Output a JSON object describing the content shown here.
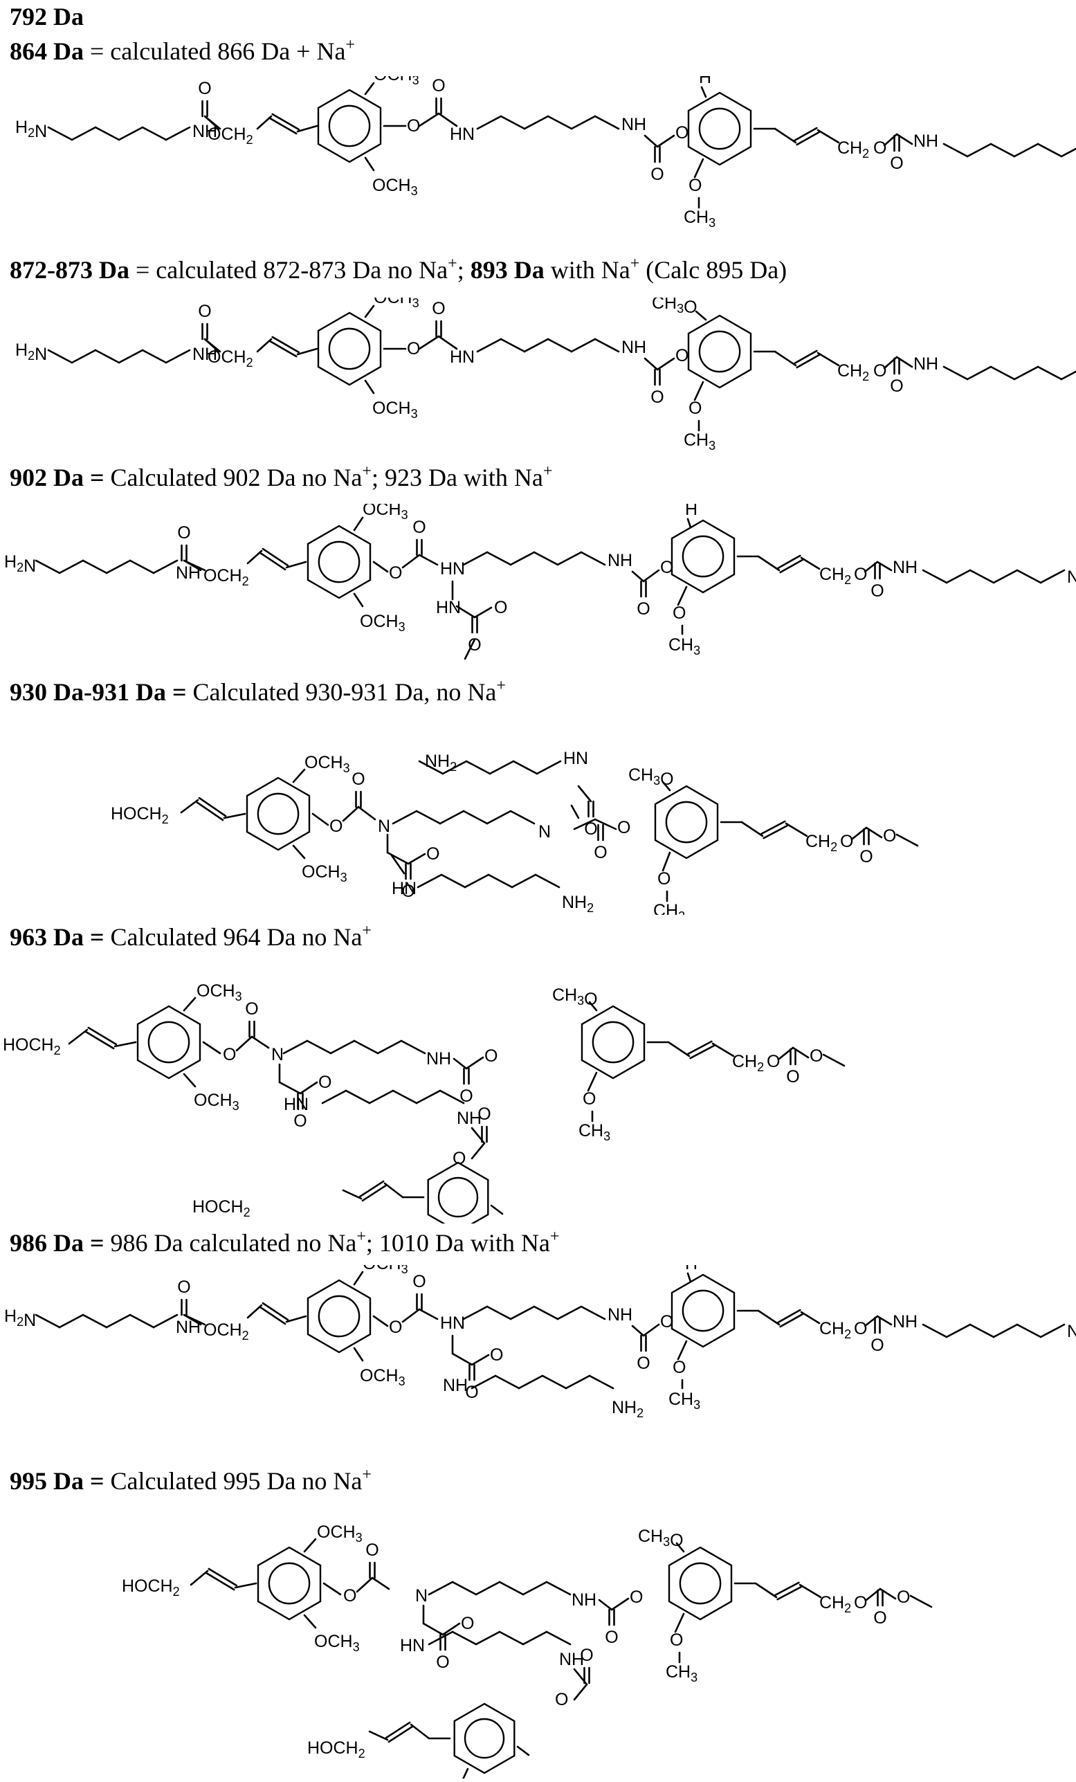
{
  "captions": {
    "c792": {
      "bold": "792 Da"
    },
    "c864": {
      "bold": "864 Da",
      "rest": " = calculated 866 Da + Na",
      "sup": "+"
    },
    "c872": {
      "bold": "872-873 Da",
      "rest": " = calculated 872-873 Da no Na",
      "sup": "+",
      "rest2": ";  ",
      "bold2": "893 Da",
      "rest3": " with Na",
      "sup2": "+",
      "rest4": " (Calc 895 Da)"
    },
    "c902": {
      "bold": "902 Da =",
      "rest": " Calculated 902 Da no Na",
      "sup": "+",
      "rest2": "; 923 Da with Na",
      "sup2": "+"
    },
    "c930": {
      "bold": "930 Da-931 Da =",
      "rest": " Calculated 930-931 Da, no Na",
      "sup": "+"
    },
    "c963": {
      "bold": "963 Da =",
      "rest": " Calculated 964 Da no Na",
      "sup": "+"
    },
    "c986": {
      "bold": "986 Da =",
      "rest": " 986 Da calculated no Na",
      "sup": "+",
      "rest2": "; 1010 Da with Na",
      "sup2": "+"
    },
    "c995": {
      "bold": "995 Da =",
      "rest": " Calculated 995 Da no Na",
      "sup": "+"
    }
  },
  "atoms": {
    "nh2_right": "NH",
    "nh2_left": "H",
    "two": "2",
    "nh": "NH",
    "hn": "HN",
    "n": "N",
    "o": "O",
    "h": "H",
    "och": "OCH",
    "och_left": "OCH",
    "och3": "OCH",
    "three": "3",
    "ch3o": "CH",
    "ch3o_o": "O",
    "ch3": "CH",
    "ch2": "CH",
    "hoch": "HOCH"
  }
}
